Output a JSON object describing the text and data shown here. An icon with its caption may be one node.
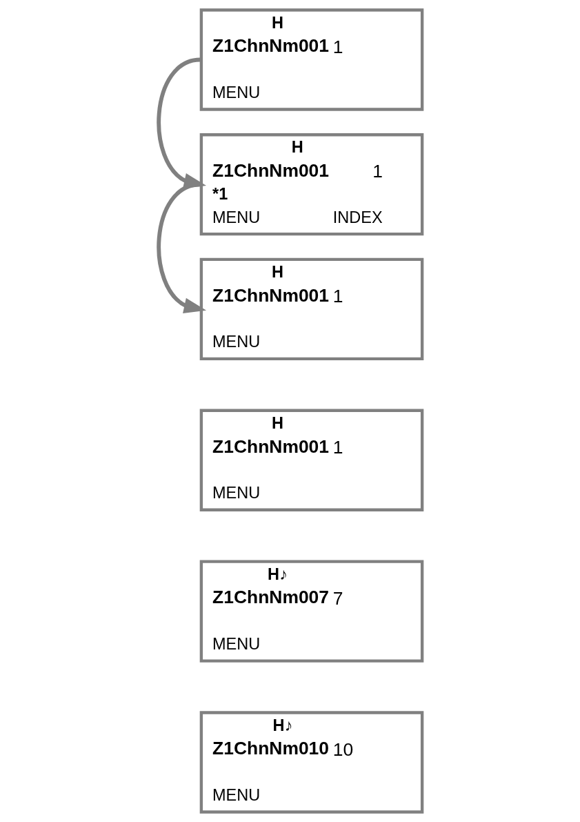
{
  "diagram": {
    "nodes": [
      {
        "text": [
          "H",
          "Z1ChnNm001",
          "1",
          "MENU"
        ]
      },
      {
        "text": [
          "H",
          "Z1ChnNm001",
          "1",
          "*1",
          "MENU",
          "INDEX"
        ]
      },
      {
        "text": [
          "H",
          "Z1ChnNm001",
          "1",
          "MENU"
        ]
      },
      {
        "text": [
          "H",
          "Z1ChnNm001",
          "1",
          "MENU"
        ]
      },
      {
        "text": [
          "H♪",
          "Z1ChnNm007",
          "7",
          "MENU"
        ]
      },
      {
        "text": [
          "H♪",
          "Z1ChnNm010",
          "10",
          "MENU"
        ]
      }
    ],
    "edges": [
      {
        "from": 0,
        "to": 1,
        "arrow": "to"
      },
      {
        "from": 1,
        "to": 2,
        "arrow": "to"
      }
    ]
  }
}
